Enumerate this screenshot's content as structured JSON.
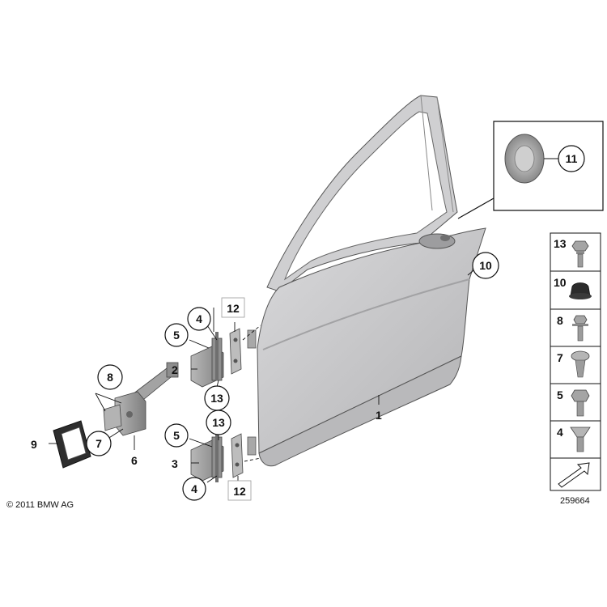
{
  "callouts": {
    "c1": "1",
    "c2": "2",
    "c3": "3",
    "c4a": "4",
    "c4b": "4",
    "c5a": "5",
    "c5b": "5",
    "c6": "6",
    "c7": "7",
    "c8": "8",
    "c9": "9",
    "c10": "10",
    "c11": "11",
    "c12a": "12",
    "c12b": "12",
    "c13a": "13",
    "c13b": "13"
  },
  "legend": {
    "items": [
      "13",
      "10",
      "8",
      "7",
      "5",
      "4"
    ]
  },
  "footer": {
    "copyright": "© 2011 BMW AG",
    "diagram_number": "259664"
  },
  "colors": {
    "door_panel": "#c9c9cb",
    "door_shadow": "#a9a9ab",
    "part_grey": "#9a9a9a",
    "outline": "#333333"
  }
}
